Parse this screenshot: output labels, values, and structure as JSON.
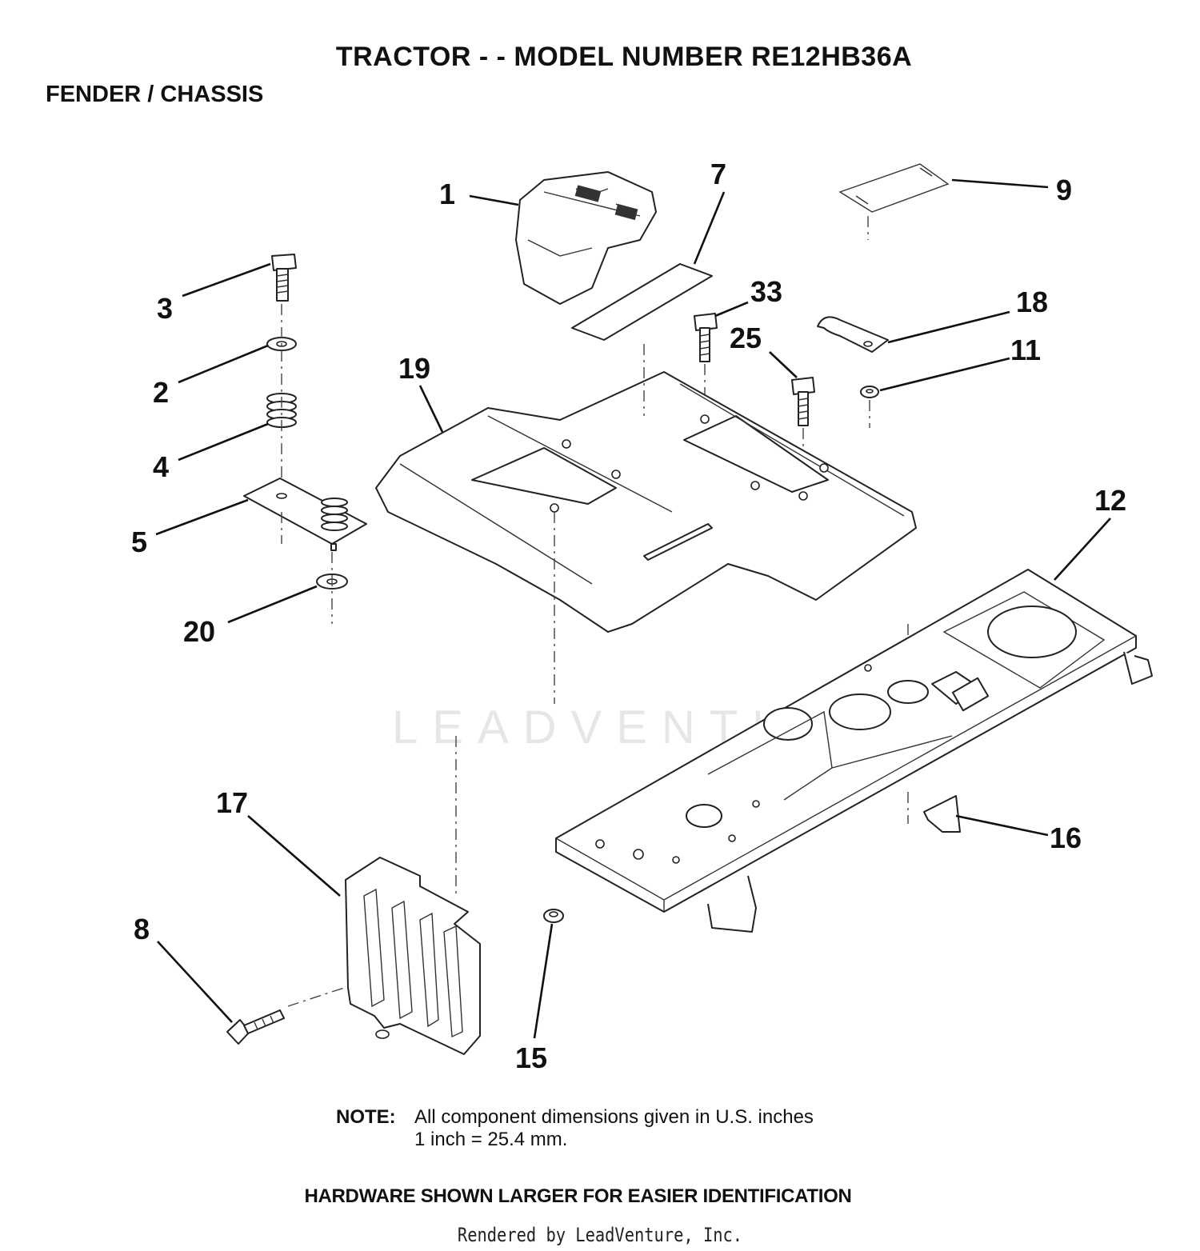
{
  "header": {
    "title": "TRACTOR - - MODEL NUMBER RE12HB36A",
    "subtitle": "FENDER / CHASSIS"
  },
  "callouts": [
    {
      "id": "1",
      "label": "1"
    },
    {
      "id": "7",
      "label": "7"
    },
    {
      "id": "9",
      "label": "9"
    },
    {
      "id": "3",
      "label": "3"
    },
    {
      "id": "33",
      "label": "33"
    },
    {
      "id": "18",
      "label": "18"
    },
    {
      "id": "25",
      "label": "25"
    },
    {
      "id": "11",
      "label": "11"
    },
    {
      "id": "2",
      "label": "2"
    },
    {
      "id": "19",
      "label": "19"
    },
    {
      "id": "4",
      "label": "4"
    },
    {
      "id": "12",
      "label": "12"
    },
    {
      "id": "5",
      "label": "5"
    },
    {
      "id": "20",
      "label": "20"
    },
    {
      "id": "17",
      "label": "17"
    },
    {
      "id": "16",
      "label": "16"
    },
    {
      "id": "8",
      "label": "8"
    },
    {
      "id": "15",
      "label": "15"
    }
  ],
  "watermark": "LEADVENTURE",
  "note": {
    "label": "NOTE:",
    "line1": "All component dimensions given in U.S. inches",
    "line2": "1 inch = 25.4 mm."
  },
  "hardware_note": "HARDWARE SHOWN LARGER FOR EASIER IDENTIFICATION",
  "footer": "Rendered by LeadVenture, Inc."
}
